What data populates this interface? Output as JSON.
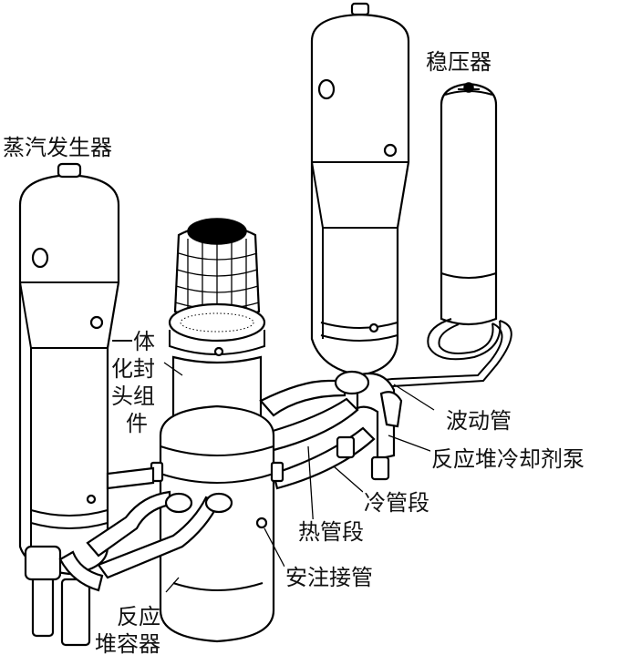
{
  "labels": {
    "steam_generator": "蒸汽发生器",
    "pressurizer": "稳压器",
    "integrated_head_lines": [
      "一体",
      "化封",
      "头组",
      "件"
    ],
    "surge_line": "波动管",
    "coolant_pump": "反应堆冷却剂泵",
    "cold_leg": "冷管段",
    "hot_leg": "热管段",
    "safety_injection": "安注接管",
    "reactor_vessel_lines": [
      "反应",
      "堆容器"
    ]
  },
  "colors": {
    "stroke": "#000000",
    "fill": "#ffffff",
    "text": "#111111"
  }
}
